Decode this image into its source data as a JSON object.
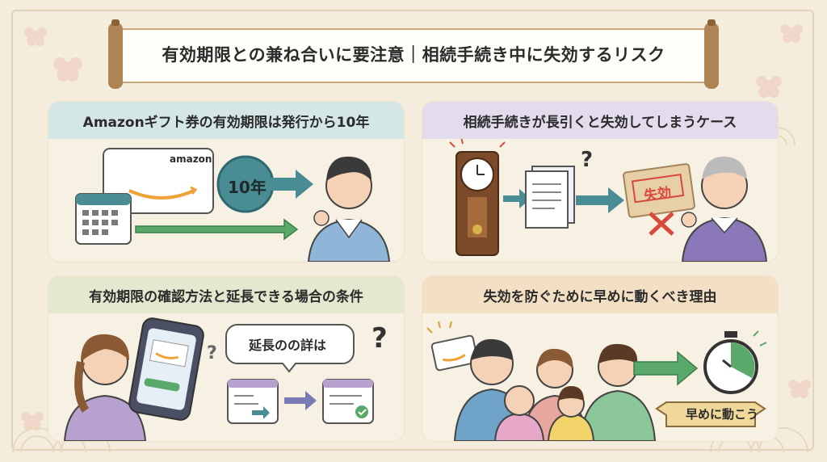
{
  "title": "有効期限との兼ね合いに要注意｜相続手続き中に失効するリスク",
  "panels": [
    {
      "heading": "Amazonギフト券の有効期限は発行から10年",
      "card_brand": "amazon",
      "years_badge": "10年"
    },
    {
      "heading": "相続手続きが長引くと失効してしまうケース",
      "stamp_text": "失効"
    },
    {
      "heading": "有効期限の確認方法と延長できる場合の条件",
      "speech_bubble": "延長のの詳は"
    },
    {
      "heading": "失効を防ぐために早めに動くべき理由",
      "ribbon_text": "早めに動こう"
    }
  ],
  "colors": {
    "background": "#f4ecdd",
    "teal": "#4a8c94",
    "green": "#5aa86a",
    "purple": "#8a78b8",
    "red": "#d94a3a"
  }
}
